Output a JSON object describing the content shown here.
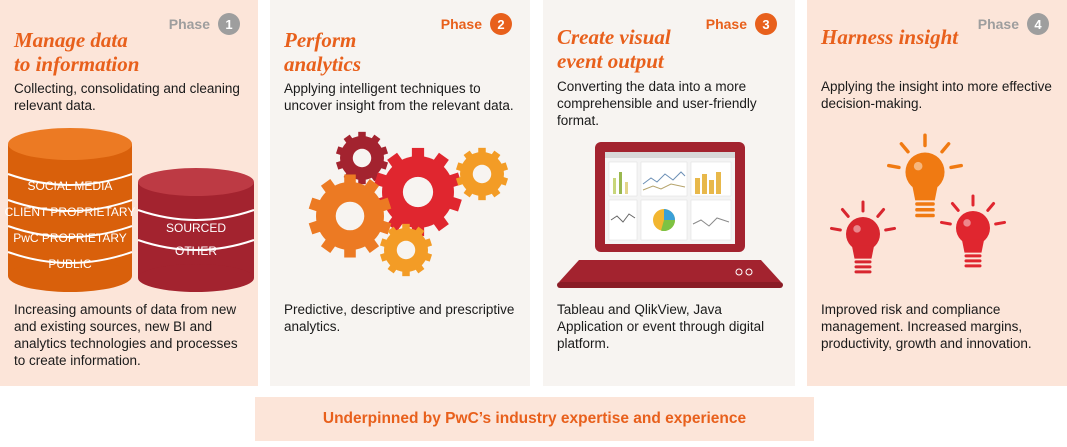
{
  "phases": [
    {
      "phase_label": "Phase",
      "number": "1",
      "title_line1": "Manage data",
      "title_line2": "to information",
      "description": "Collecting, consolidating and cleaning relevant data.",
      "footer": "Increasing amounts of data from new and existing sources, new BI and analytics technologies and processes to create information.",
      "db_left_labels": [
        "SOCIAL MEDIA",
        "CLIENT PROPRIETARY",
        "PwC PROPRIETARY",
        "PUBLIC"
      ],
      "db_right_labels": [
        "SOURCED",
        "OTHER"
      ]
    },
    {
      "phase_label": "Phase",
      "number": "2",
      "title_line1": "Perform",
      "title_line2": "analytics",
      "description": "Applying intelligent techniques to uncover insight from the relevant data.",
      "footer": "Predictive, descriptive and prescriptive analytics."
    },
    {
      "phase_label": "Phase",
      "number": "3",
      "title_line1": "Create visual",
      "title_line2": "event output",
      "description": "Converting the data into a more comprehensible and user-friendly format.",
      "footer": "Tableau and QlikView, Java Application or event through digital platform."
    },
    {
      "phase_label": "Phase",
      "number": "4",
      "title_line1": "Harness insight",
      "description": "Applying the insight into more effective decision-making.",
      "footer": "Improved risk and compliance management. Increased margins, productivity, growth and innovation."
    }
  ],
  "banner": "Underpinned by PwC’s industry expertise and experience",
  "colors": {
    "accent": "#e8601c",
    "maroon": "#a3232f",
    "red": "#e0262f",
    "db_orange": "#d9600b",
    "phase_grey": "#9e9e9e",
    "panel_peach": "#fce5d9",
    "panel_grey": "#f7f4f1"
  }
}
